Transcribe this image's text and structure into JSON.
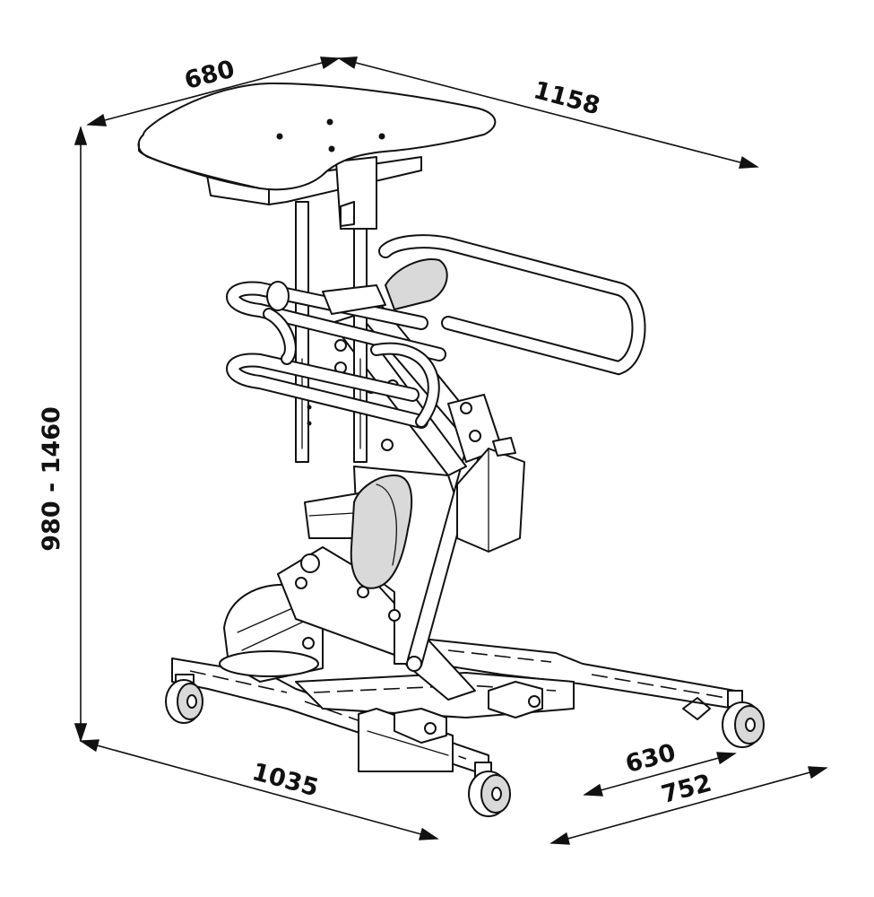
{
  "dimensions": {
    "table_depth": "680",
    "table_length": "1158",
    "height_range": "980 - 1460",
    "base_length": "1035",
    "base_width_inner": "630",
    "base_width_outer": "752"
  },
  "colors": {
    "line": "#111111",
    "background": "#ffffff",
    "shade": "#d9d9d9"
  }
}
